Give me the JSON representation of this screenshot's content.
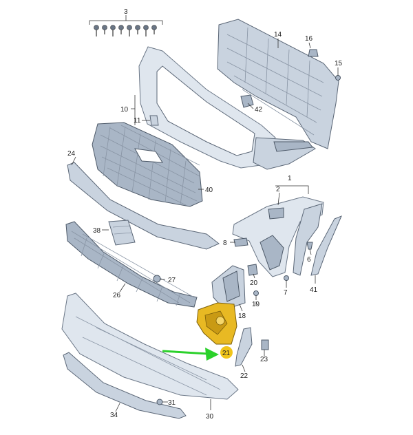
{
  "diagram": {
    "labels": {
      "p1": "1",
      "p2": "2",
      "p3": "3",
      "p6": "6",
      "p7": "7",
      "p8": "8",
      "p10": "10",
      "p11": "11",
      "p14": "14",
      "p15": "15",
      "p16": "16",
      "p18": "18",
      "p19": "19",
      "p20": "20",
      "p21": "21",
      "p22": "22",
      "p23": "23",
      "p24": "24",
      "p26": "26",
      "p27": "27",
      "p30": "30",
      "p31": "31",
      "p34": "34",
      "p38": "38",
      "p40": "40",
      "p41": "41",
      "p42": "42"
    },
    "highlight": {
      "part": "21",
      "fill": "#e8b923",
      "badge": "#f0c419",
      "arrow": "#2bd12b"
    }
  }
}
